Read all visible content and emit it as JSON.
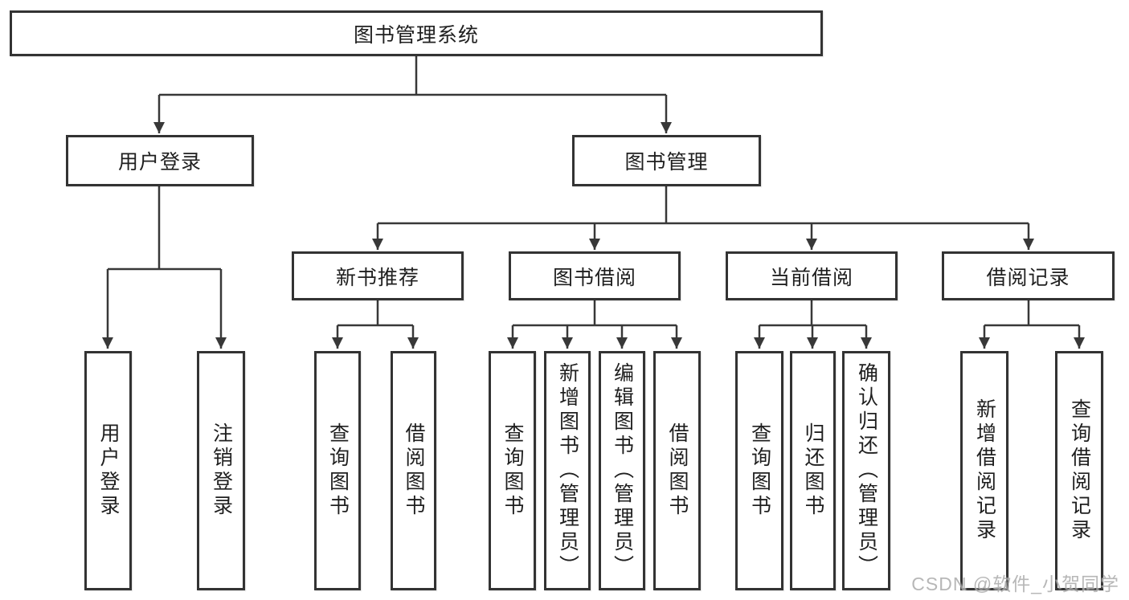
{
  "diagram_title": "图书管理系统",
  "nodes": {
    "system": {
      "label": "图书管理系统"
    },
    "userLogin": {
      "label": "用户登录"
    },
    "bookMgmt": {
      "label": "图书管理"
    },
    "newRec": {
      "label": "新书推荐"
    },
    "bookBorrow": {
      "label": "图书借阅"
    },
    "currentBorrow": {
      "label": "当前借阅"
    },
    "borrowRecords": {
      "label": "借阅记录"
    },
    "leafUserLogin": {
      "label": "用户登录"
    },
    "leafLogout": {
      "label": "注销登录"
    },
    "recQueryBooks": {
      "label": "查询图书"
    },
    "recBorrowBooks": {
      "label": "借阅图书"
    },
    "bbQueryBooks": {
      "label": "查询图书"
    },
    "bbAddBooks": {
      "label": "新增图书（管理员）"
    },
    "bbEditBooks": {
      "label": "编辑图书（管理员）"
    },
    "bbBorrowBooks": {
      "label": "借阅图书"
    },
    "curQueryBooks": {
      "label": "查询图书"
    },
    "curReturnBooks": {
      "label": "归还图书"
    },
    "curConfirmReturn": {
      "label": "确认归还（管理员）"
    },
    "rcAddRecord": {
      "label": "新增借阅记录"
    },
    "rcQueryRecord": {
      "label": "查询借阅记录"
    }
  },
  "hierarchy": {
    "图书管理系统": {
      "用户登录": [
        "用户登录",
        "注销登录"
      ],
      "图书管理": {
        "新书推荐": [
          "查询图书",
          "借阅图书"
        ],
        "图书借阅": [
          "查询图书",
          "新增图书（管理员）",
          "编辑图书（管理员）",
          "借阅图书"
        ],
        "当前借阅": [
          "查询图书",
          "归还图书",
          "确认归还（管理员）"
        ],
        "借阅记录": [
          "新增借阅记录",
          "查询借阅记录"
        ]
      }
    }
  },
  "watermark": {
    "text": "CSDN @软件_小贺同学"
  },
  "colors": {
    "box_border": "#333333",
    "connector": "#383838",
    "text": "#1f1f1f",
    "watermark": "#ababab",
    "background": "#ffffff"
  }
}
